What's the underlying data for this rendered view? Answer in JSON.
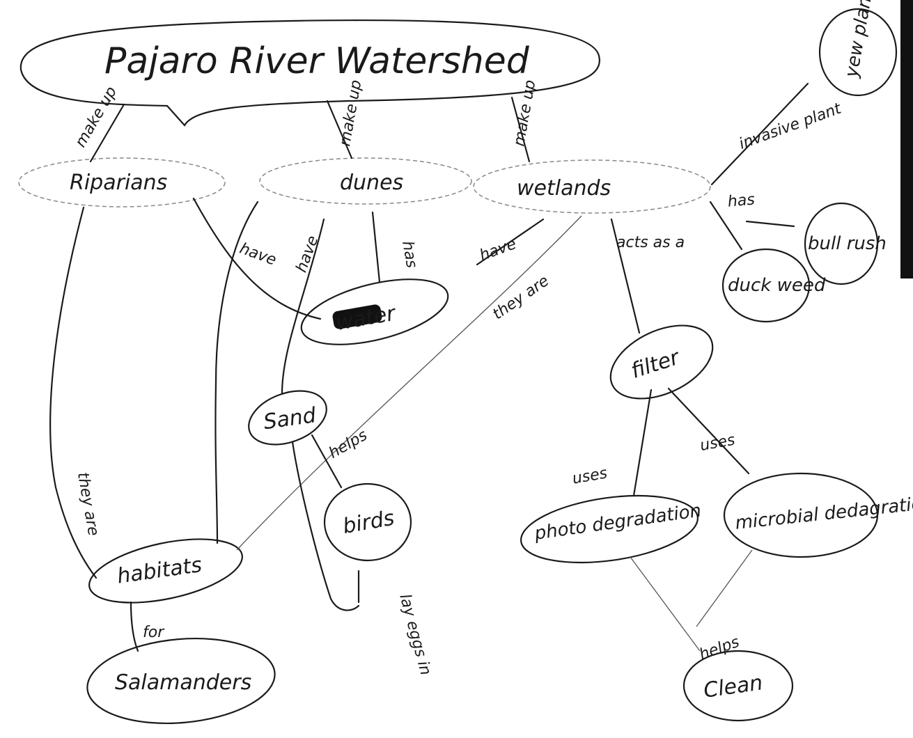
{
  "title": "Pajaro River Watershed",
  "nodes": {
    "riparians": "Riparians",
    "dunes": "dunes",
    "wetlands": "wetlands",
    "water": "water",
    "sand": "Sand",
    "birds": "birds",
    "habitats": "habitats",
    "salamanders": "Salamanders",
    "filter": "filter",
    "photo_degradation": "photo degradation",
    "microbial_degradation": "microbial dedagration",
    "clean": "Clean",
    "duck_weed": "duck weed",
    "bull_rush": "bull rush",
    "yew_plant": "yew plant"
  },
  "links": {
    "make_up_1": "make up",
    "make_up_2": "make up",
    "make_up_3": "make up",
    "have_1": "have",
    "have_2": "have",
    "has_1": "has",
    "have_3": "have",
    "they_are_1": "they are",
    "they_are_2": "they are",
    "acts_as_a": "acts as a",
    "uses_1": "uses",
    "uses_2": "uses",
    "helps_1": "helps",
    "helps_2": "helps",
    "lay_eggs_in": "lay eggs in",
    "for": "for",
    "invasive_plant": "invasive plant",
    "has_2": "has"
  }
}
